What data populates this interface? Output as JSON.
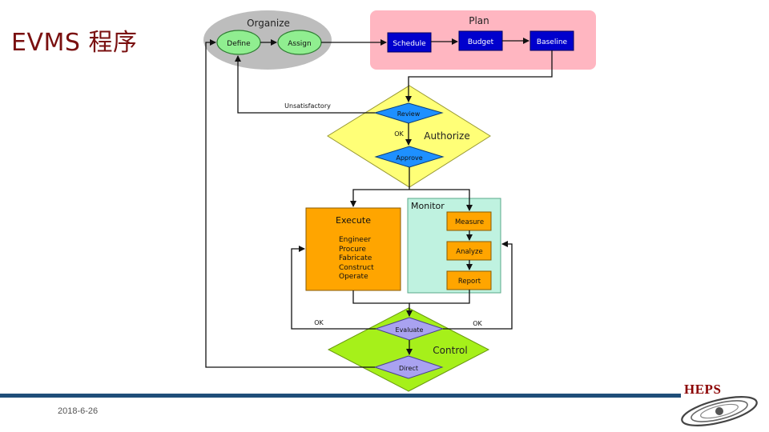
{
  "title": "EVMS 程序",
  "footer": {
    "date": "2018-6-26",
    "logo_text": "HEPS"
  },
  "colors": {
    "title": "#7a1010",
    "organize_bg": "#bdbdbd",
    "oval": "#90ee90",
    "plan_bg": "#ffb6c1",
    "blue_box": "#0000cd",
    "authorize": "#ffff77",
    "diamond_blue": "#1e90ff",
    "execute": "#ffa500",
    "monitor": "#bff2e0",
    "control": "#a6f01a",
    "diamond_purple": "#a9a2f0",
    "footer_bar": "#1f4e79"
  },
  "diagram": {
    "organize": {
      "label": "Organize",
      "define": "Define",
      "assign": "Assign"
    },
    "plan": {
      "label": "Plan",
      "schedule": "Schedule",
      "budget": "Budget",
      "baseline": "Baseline"
    },
    "authorize": {
      "label": "Authorize",
      "review": "Review",
      "approve": "Approve",
      "ok": "OK",
      "unsatisfactory": "Unsatisfactory"
    },
    "execute": {
      "label": "Execute",
      "items": [
        "Engineer",
        "Procure",
        "Fabricate",
        "Construct",
        "Operate"
      ]
    },
    "monitor": {
      "label": "Monitor",
      "measure": "Measure",
      "analyze": "Analyze",
      "report": "Report"
    },
    "control": {
      "label": "Control",
      "evaluate": "Evaluate",
      "direct": "Direct",
      "ok_left": "OK",
      "ok_right": "OK"
    }
  }
}
